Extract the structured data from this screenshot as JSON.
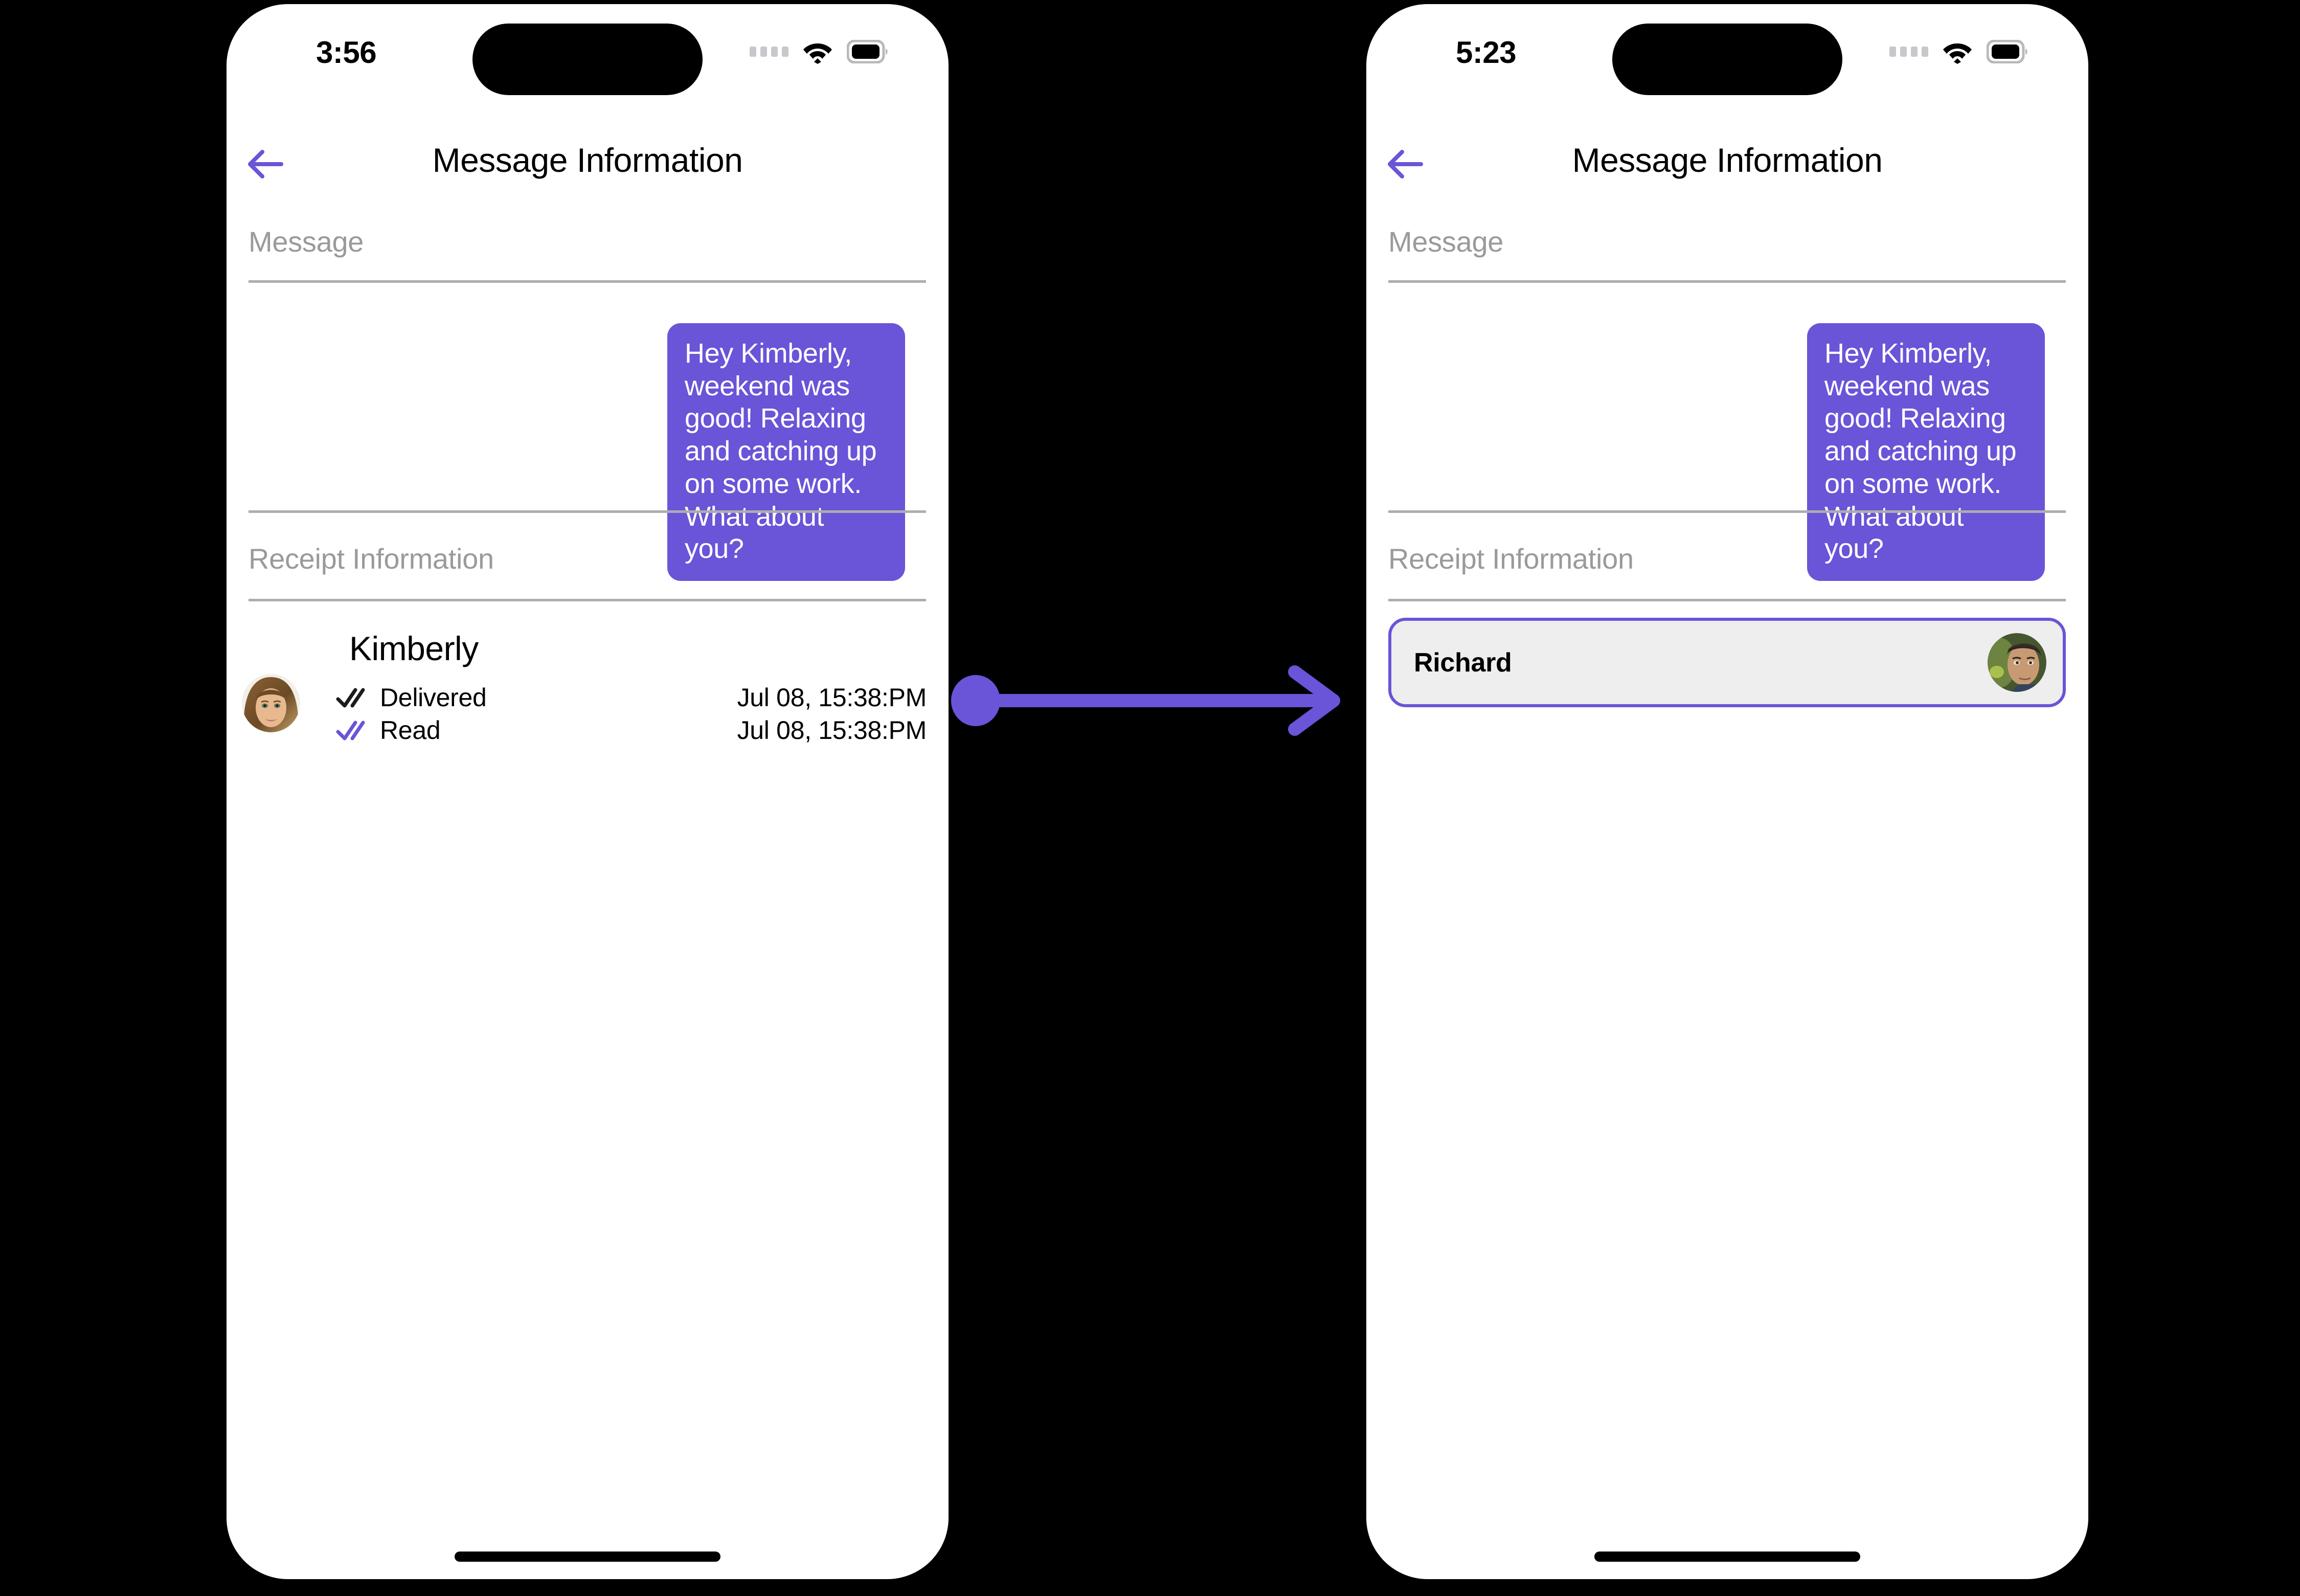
{
  "theme": {
    "accent": "#6a54d8",
    "bubble_bg": "#6a54d8",
    "bubble_text": "#ffffff",
    "card_bg": "#eeeeee",
    "card_border": "#6a54d8",
    "section_label": "#9a9a9a",
    "divider": "#adadad",
    "page_bg": "#000000",
    "phone_bg": "#ffffff"
  },
  "phones": [
    {
      "id": "left",
      "status_bar": {
        "time": "3:56",
        "signal_icon": "signal-dots-icon",
        "wifi_icon": "wifi-icon",
        "battery_icon": "battery-icon"
      },
      "nav": {
        "back_icon": "back-arrow-icon",
        "title": "Message Information"
      },
      "sections": {
        "message_label": "Message",
        "receipt_label": "Receipt Information"
      },
      "message": {
        "text": "Hey Kimberly, weekend was good!  Relaxing and catching up on some work. What about you?",
        "align": "right"
      },
      "receipt": {
        "name": "Kimberly",
        "avatar_icon": "avatar-kimberly",
        "rows": [
          {
            "icon": "double-check-icon",
            "icon_color": "#1c1c1e",
            "status": "Delivered",
            "time": "Jul 08, 15:38:PM"
          },
          {
            "icon": "double-check-icon",
            "icon_color": "#6a54d8",
            "status": "Read",
            "time": "Jul 08, 15:38:PM"
          }
        ]
      }
    },
    {
      "id": "right",
      "status_bar": {
        "time": "5:23",
        "signal_icon": "signal-dots-icon",
        "wifi_icon": "wifi-icon",
        "battery_icon": "battery-icon"
      },
      "nav": {
        "back_icon": "back-arrow-icon",
        "title": "Message Information"
      },
      "sections": {
        "message_label": "Message",
        "receipt_label": "Receipt Information"
      },
      "message": {
        "text": "Hey Kimberly, weekend was good!  Relaxing and catching up on some work. What about you?",
        "align": "right"
      },
      "contact_card": {
        "name": "Richard",
        "avatar_icon": "avatar-richard"
      }
    }
  ],
  "connector": {
    "icon": "arrow-right-icon",
    "color": "#6a54d8",
    "from": "left-phone-receipt",
    "to": "right-phone-contact-card"
  }
}
